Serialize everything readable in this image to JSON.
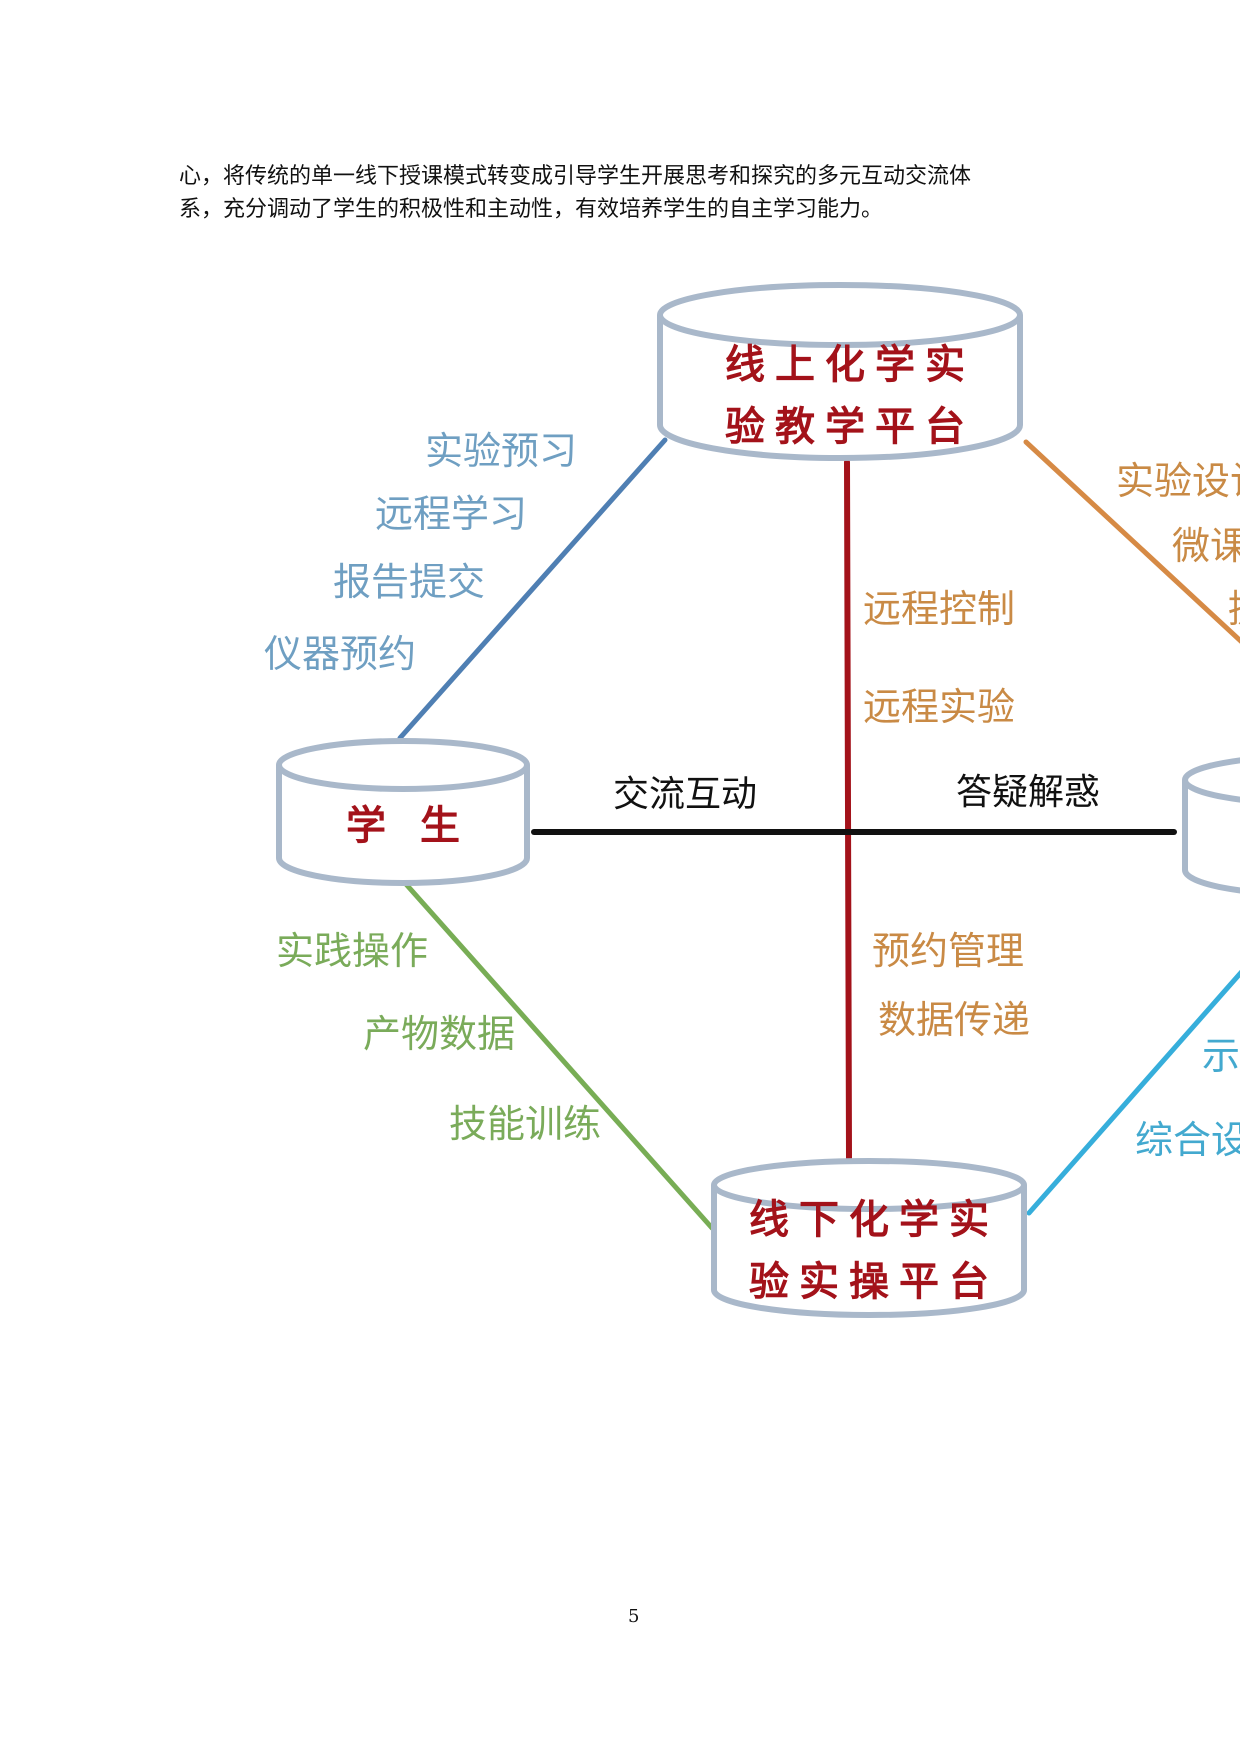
{
  "paragraph": {
    "lines": [
      "心，将传统的单一线下授课模式转变成引导学生开展思考和探究的多元互动交流体",
      "系，充分调动了学生的积极性和主动性，有效培养学生的自主学习能力。"
    ]
  },
  "diagram": {
    "nodes": {
      "online_line1": "线上化学实",
      "online_line2": "验教学平台",
      "student": "学 生",
      "offline_line1": "线下化学实",
      "offline_line2": "验实操平台"
    },
    "edge_labels": {
      "student_online": [
        "实验预习",
        "远程学习",
        "报告提交",
        "仪器预约"
      ],
      "online_offline": [
        "远程控制",
        "远程实验",
        "预约管理",
        "数据传递"
      ],
      "student_right": [
        "交流互动",
        "答疑解惑"
      ],
      "student_offline": [
        "实践操作",
        "产物数据",
        "技能训练"
      ],
      "online_right": [
        "实验设计",
        "微课",
        "提"
      ],
      "offline_right": [
        "示",
        "综合设"
      ]
    },
    "colors": {
      "student_online": "#4f7fb3",
      "online_offline": "#a3121a",
      "student_right": "#111111",
      "student_offline": "#78ad55",
      "online_right": "#d68a45",
      "offline_right": "#36aedb",
      "node_outline": "#a9b8ca",
      "node_text": "#a3121a"
    }
  },
  "page_number": "5"
}
